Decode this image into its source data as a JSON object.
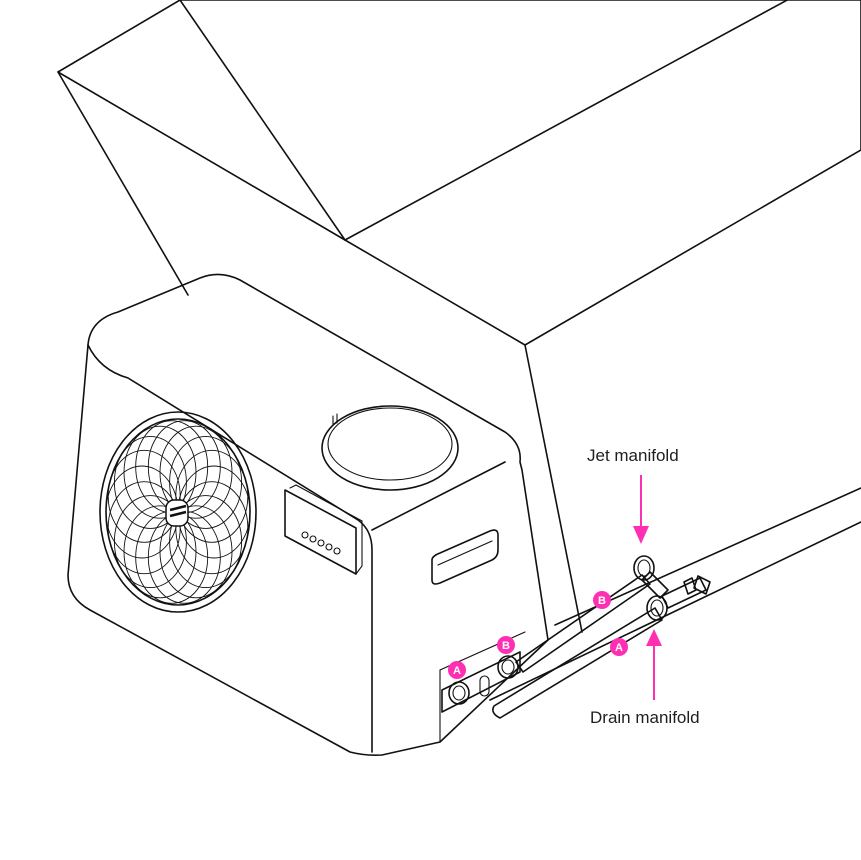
{
  "callouts": {
    "jet_manifold": "Jet manifold",
    "drain_manifold": "Drain manifold"
  },
  "badges": {
    "a_unit": "A",
    "b_unit": "B",
    "b_pipe": "B",
    "a_pipe": "A"
  },
  "colors": {
    "accent": "#ff2fb3",
    "line": "#111111",
    "background": "#ffffff"
  }
}
